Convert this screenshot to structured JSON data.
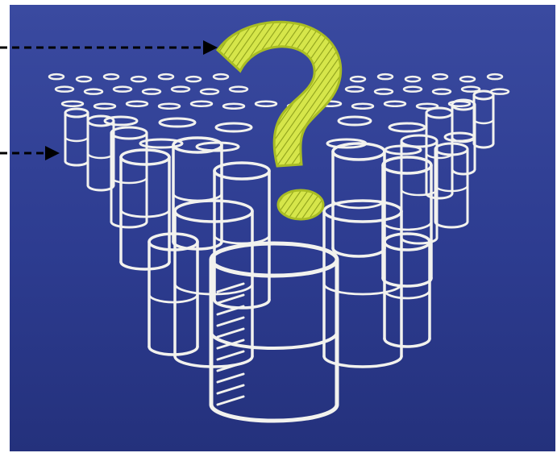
{
  "image": {
    "type": "chalk-style illustration",
    "background_color": "#2b3a8c",
    "frame_color": "#ffffff",
    "chalk_color": "#f2f2ee",
    "accent_color": "#c8dc3c",
    "arrow_color": "#000000"
  },
  "callouts": [
    {
      "target": "question-mark",
      "style": "dashed-arrow"
    },
    {
      "target": "top-layer-barrels",
      "style": "dashed-arrow"
    }
  ],
  "icons": [
    "question-mark-icon",
    "barrel-icon",
    "arrow-icon"
  ]
}
